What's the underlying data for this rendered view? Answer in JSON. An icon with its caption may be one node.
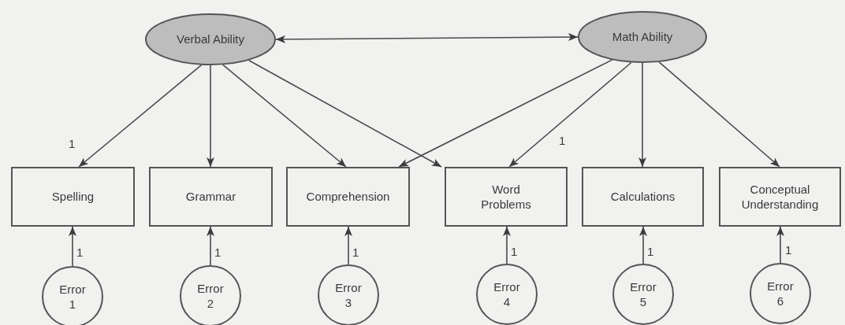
{
  "diagram": {
    "nodes": [
      {
        "text": [
          "Verbal Ability"
        ]
      },
      {
        "text": [
          "Math Ability"
        ]
      },
      {
        "text": [
          "Spelling"
        ]
      },
      {
        "text": [
          "Grammar"
        ]
      },
      {
        "text": [
          "Comprehension"
        ]
      },
      {
        "text": [
          "Word Problems"
        ]
      },
      {
        "text": [
          "Calculations"
        ]
      },
      {
        "text": [
          "Conceptual Understanding"
        ]
      },
      {
        "text": [
          "Error 1"
        ]
      },
      {
        "text": [
          "Error 2"
        ]
      },
      {
        "text": [
          "Error 3"
        ]
      },
      {
        "text": [
          "Error 4"
        ]
      },
      {
        "text": [
          "Error 5"
        ]
      },
      {
        "text": [
          "Error 6"
        ]
      }
    ],
    "edges": [
      {
        "from": 0,
        "to": 1,
        "arrow": "both"
      },
      {
        "from": 0,
        "to": 2,
        "arrow": "to",
        "label": "1"
      },
      {
        "from": 0,
        "to": 3,
        "arrow": "to"
      },
      {
        "from": 0,
        "to": 4,
        "arrow": "to"
      },
      {
        "from": 0,
        "to": 5,
        "arrow": "to"
      },
      {
        "from": 1,
        "to": 4,
        "arrow": "to"
      },
      {
        "from": 1,
        "to": 5,
        "arrow": "to",
        "label": "1"
      },
      {
        "from": 1,
        "to": 6,
        "arrow": "to"
      },
      {
        "from": 1,
        "to": 7,
        "arrow": "to"
      },
      {
        "from": 8,
        "to": 2,
        "arrow": "to",
        "label": "1"
      },
      {
        "from": 9,
        "to": 3,
        "arrow": "to",
        "label": "1"
      },
      {
        "from": 10,
        "to": 4,
        "arrow": "to",
        "label": "1"
      },
      {
        "from": 11,
        "to": 5,
        "arrow": "to",
        "label": "1"
      },
      {
        "from": 12,
        "to": 6,
        "arrow": "to",
        "label": "1"
      },
      {
        "from": 13,
        "to": 7,
        "arrow": "to",
        "label": "1"
      }
    ]
  }
}
